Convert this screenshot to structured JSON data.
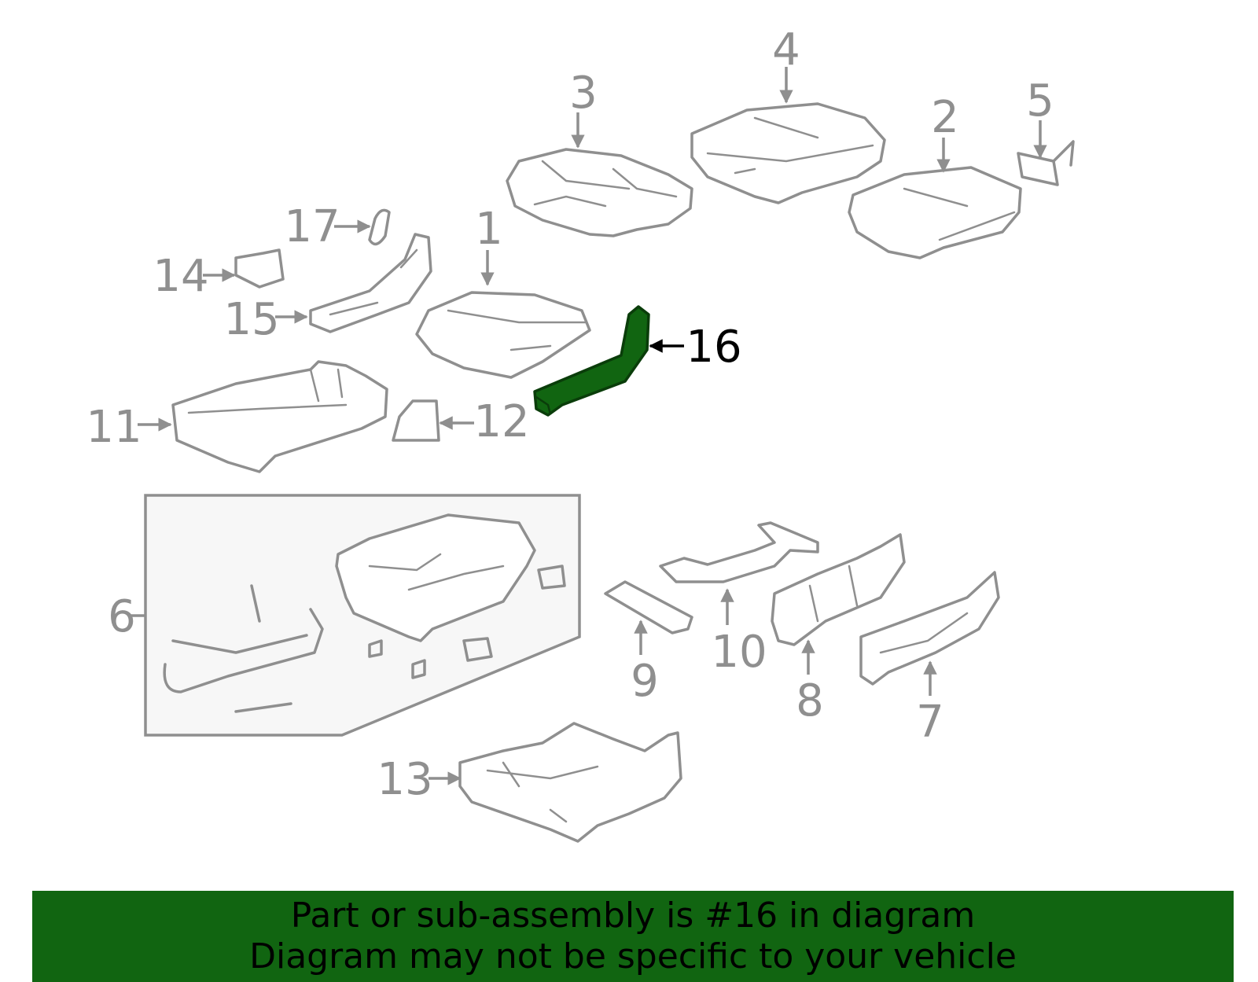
{
  "diagram": {
    "highlighted_part": "16",
    "highlight_color": "#116511",
    "line_color": "#8f8f8f",
    "callouts": [
      "1",
      "2",
      "3",
      "4",
      "5",
      "6",
      "7",
      "8",
      "9",
      "10",
      "11",
      "12",
      "13",
      "14",
      "15",
      "16",
      "17"
    ]
  },
  "banner": {
    "line1": "Part or sub-assembly is #16 in diagram",
    "line2": "Diagram may not be specific to your vehicle",
    "background": "#116511"
  }
}
